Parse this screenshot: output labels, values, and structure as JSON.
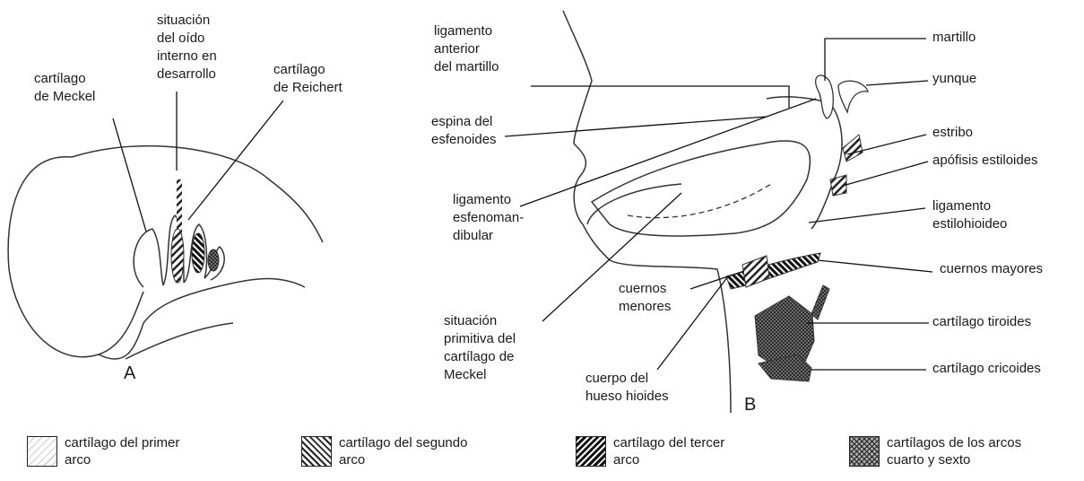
{
  "figure_a": {
    "panel_label": "A",
    "labels": {
      "meckel": "cartílago\nde Meckel",
      "inner_ear": "situación\ndel oído\ninterno en\ndesarrollo",
      "reichert": "cartílago\nde Reichert"
    }
  },
  "figure_b": {
    "panel_label": "B",
    "labels_left": {
      "anterior_ligament": "ligamento\nanterior\ndel martillo",
      "sphenoid_spine": "espina del\nesfenoides",
      "sphenomandibular": "ligamento\nesfenoman-\ndibular",
      "lesser_horns": "cuernos\nmenores",
      "primitive_meckel": "situación\nprimitiva del\ncartílago de\nMeckel",
      "hyoid_body": "cuerpo del\nhueso hioides"
    },
    "labels_right": {
      "malleus": "martillo",
      "incus": "yunque",
      "stapes": "estribo",
      "styloid": "apófisis estiloides",
      "stylohyoid": "ligamento\nestilohioideo",
      "greater_horns": "cuernos mayores",
      "thyroid": "cartílago tiroides",
      "cricoid": "cartílago cricoides"
    }
  },
  "legend": [
    {
      "text": "cartílago del primer\narco",
      "pattern": "dotted-hatch"
    },
    {
      "text": "cartílago del segundo\narco",
      "pattern": "fine-hatch"
    },
    {
      "text": "cartílago del tercer\narco",
      "pattern": "dense-hatch"
    },
    {
      "text": "cartílagos de los arcos\ncuarto y sexto",
      "pattern": "crosshatch"
    }
  ]
}
